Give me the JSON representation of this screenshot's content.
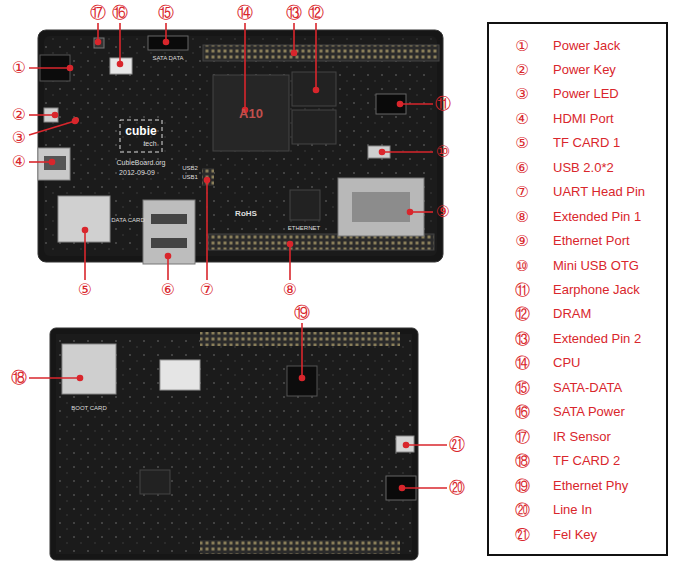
{
  "diagram": {
    "nodes": [
      {
        "text": [
          "①",
          "Power Jack",
          "②",
          "Power Key",
          "③",
          "Power LED",
          "④",
          "HDMI Port",
          "⑤",
          "TF CARD 1",
          "⑥",
          "USB 2.0*2",
          "⑦",
          "UART Head Pin",
          "⑧",
          "Extended Pin 1",
          "⑨",
          "Ethernet Port",
          "⑩",
          "Mini USB OTG",
          "⑪",
          "Earphone Jack",
          "⑫",
          "DRAM",
          "⑬",
          "Extended Pin 2",
          "⑭",
          "CPU",
          "⑮",
          "SATA-DATA",
          "⑯",
          "SATA Power",
          "⑰",
          "IR Sensor",
          "⑱",
          "TF CARD 2",
          "⑲",
          "Ethernet Phy",
          "⑳",
          "Line In",
          "㉑",
          "Fel Key"
        ]
      }
    ],
    "labels": [
      "①",
      "②",
      "③",
      "④",
      "⑤",
      "⑥",
      "⑦",
      "⑧",
      "⑨",
      "⑩",
      "⑪",
      "⑫",
      "⑬",
      "⑭",
      "⑮",
      "⑯",
      "⑰",
      "⑱",
      "⑲",
      "⑳",
      "㉑",
      "cubie",
      "tech",
      "CubieBoard.org",
      "2012-09-09",
      "SATA DATA",
      "DATA CARD",
      "USB2",
      "USB1",
      "ETHERNET",
      "RoHS",
      "A10",
      "BOOT CARD"
    ]
  }
}
